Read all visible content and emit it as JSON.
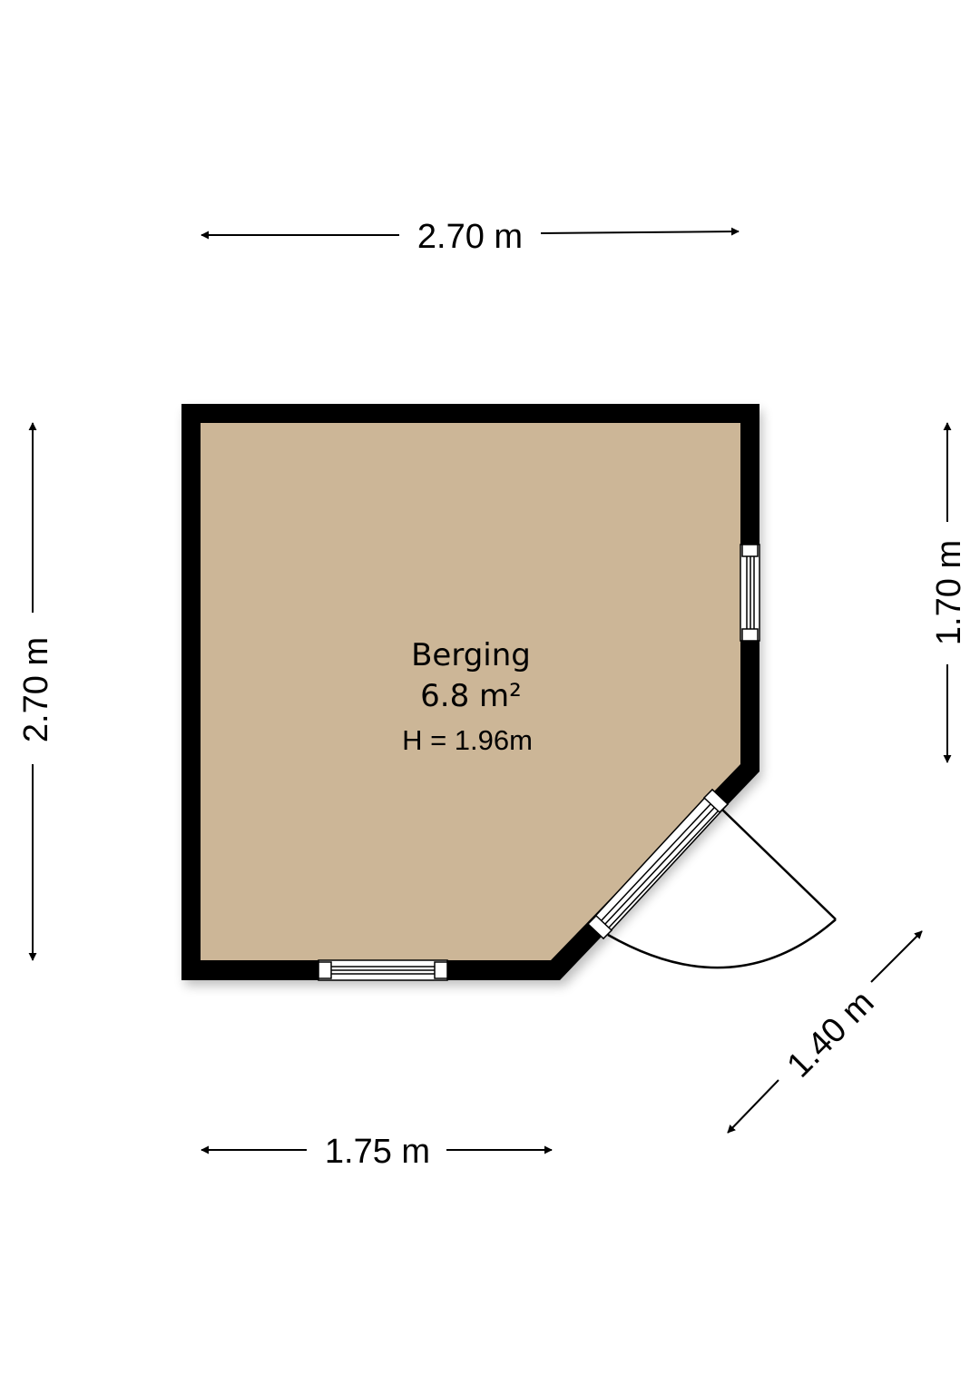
{
  "room": {
    "name": "Berging",
    "area": "6.8 m²",
    "height": "H = 1.96m"
  },
  "dimensions": {
    "top": "2.70 m",
    "left": "2.70 m",
    "right": "1.70 m",
    "bottom": "1.75 m",
    "diagonal": "1.40 m"
  },
  "colors": {
    "floor": "#ccb697",
    "wall": "#000000",
    "background": "#ffffff"
  }
}
